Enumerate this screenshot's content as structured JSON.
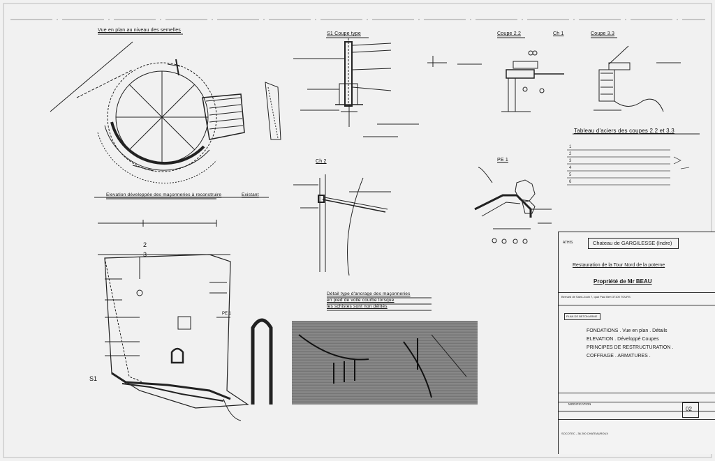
{
  "views": {
    "plan_title": "Vue en plan au niveau des semelles",
    "s1_title": "S1 Coupe type",
    "c22_title": "Coupe 2.2",
    "ch1_title": "Ch 1",
    "c33_title": "Coupe 3.3",
    "table_title": "Tableau d'aciers des coupes 2.2 et 3.3",
    "ch2_title": "Ch 2",
    "pe1_title": "PE 1",
    "elevation_title": "Elevation développée des maçonneries à reconstruire",
    "existant": "Existant",
    "detail_title_1": "Détail type d'ancrage des maçonneries",
    "detail_title_2": "en pied de voile courbe lorsque",
    "detail_title_3": "les schistes sont non délités",
    "s1_marker": "S1",
    "pe1_marker": "PE 1",
    "cut_2": "2",
    "cut_3": "3"
  },
  "cartouche": {
    "label_left": "ATHIS",
    "project": "Chateau de GARGILESSE (Indre)",
    "subject": "Restauration de la Tour Nord de la poterne",
    "owner": "Propriété de Mr BEAU",
    "address_line": "Bernard de Saint-Jouin  7, quai Paul Bert  37100 TOURS",
    "plan_label": "PLAN DE BETON ARME",
    "contents": [
      "FONDATIONS . Vue en plan . Détails",
      "ELEVATION . Développé Coupes",
      "PRINCIPES DE RESTRUCTURATION .",
      "COFFRAGE . ARMATURES ."
    ],
    "sheet_number": "02",
    "modification_label": "MODIFICATION",
    "engineer_line": "SOCOTEC - 36 200 CHATEAUROUX"
  },
  "table_rows": [
    "1",
    "2",
    "3",
    "4",
    "5",
    "6"
  ]
}
